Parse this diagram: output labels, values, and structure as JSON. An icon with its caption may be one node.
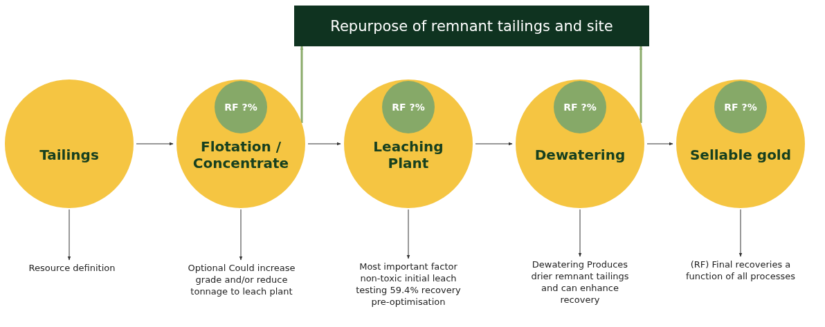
{
  "diagram": {
    "nodes": [
      {
        "text": [
          "Repurpose of remnant tailings and site"
        ]
      },
      {
        "text": [
          "Tailings"
        ]
      },
      {
        "text": [
          "Flotation / Concentrate"
        ]
      },
      {
        "text": [
          "RF ?%"
        ],
        "in": 2
      },
      {
        "text": [
          "Leaching Plant"
        ]
      },
      {
        "text": [
          "RF ?%"
        ],
        "in": 4
      },
      {
        "text": [
          "Dewatering"
        ]
      },
      {
        "text": [
          "RF ?%"
        ],
        "in": 6
      },
      {
        "text": [
          "Sellable gold"
        ]
      },
      {
        "text": [
          "RF ?%"
        ],
        "in": 8
      },
      {
        "text": [
          "Resource definition"
        ]
      },
      {
        "text": [
          "Optional Could increase grade and/or reduce tonnage to leach plant"
        ]
      },
      {
        "text": [
          "Most important factor non-toxic initial leach testing 59.4% recovery pre-optimisation"
        ]
      },
      {
        "text": [
          "Dewatering Produces drier remnant tailings and can enhance recovery"
        ]
      },
      {
        "text": [
          "(RF) Final recoveries a function of all processes"
        ]
      }
    ],
    "edges": [
      {
        "from": 1,
        "to": 2,
        "arrow": "to"
      },
      {
        "from": 2,
        "to": 4,
        "arrow": "to"
      },
      {
        "from": 4,
        "to": 6,
        "arrow": "to"
      },
      {
        "from": 6,
        "to": 8,
        "arrow": "to"
      },
      {
        "from": 2,
        "to": 0,
        "arrow": "to",
        "style": "thick",
        "color": "#8aab6a"
      },
      {
        "from": 6,
        "to": 0,
        "arrow": "to",
        "style": "thick",
        "color": "#8aab6a"
      },
      {
        "from": 1,
        "to": 10,
        "arrow": "to"
      },
      {
        "from": 2,
        "to": 11,
        "arrow": "to"
      },
      {
        "from": 4,
        "to": 12,
        "arrow": "to"
      },
      {
        "from": 6,
        "to": 13,
        "arrow": "to"
      },
      {
        "from": 8,
        "to": 14,
        "arrow": "to"
      }
    ]
  }
}
